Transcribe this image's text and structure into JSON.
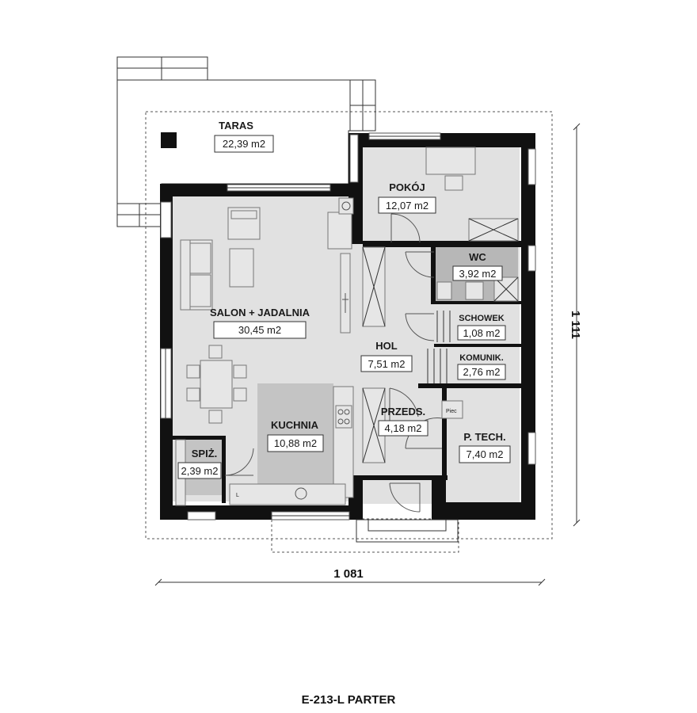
{
  "colors": {
    "wall": "#111111",
    "floor": "#e1e1e1",
    "kitchen_floor": "#c4c4c4",
    "wc_floor": "#b7b7b7",
    "dashed_outline": "#555555"
  },
  "rooms": {
    "taras": {
      "name": "TARAS",
      "area": "22,39 m2"
    },
    "pokoj": {
      "name": "POKÓJ",
      "area": "12,07 m2"
    },
    "wc": {
      "name": "WC",
      "area": "3,92 m2"
    },
    "schowek": {
      "name": "SCHOWEK",
      "area": "1,08 m2"
    },
    "komunik": {
      "name": "KOMUNIK.",
      "area": "2,76 m2"
    },
    "salon": {
      "name": "SALON + JADALNIA",
      "area": "30,45 m2"
    },
    "hol": {
      "name": "HOL",
      "area": "7,51 m2"
    },
    "przeds": {
      "name": "PRZEDS.",
      "area": "4,18 m2"
    },
    "kuchnia": {
      "name": "KUCHNIA",
      "area": "10,88 m2"
    },
    "ptech": {
      "name": "P. TECH.",
      "area": "7,40 m2"
    },
    "spiz": {
      "name": "SPIŻ.",
      "area": "2,39 m2"
    }
  },
  "fixtures": {
    "piec": "Piec",
    "l_mark": "L"
  },
  "dimensions": {
    "width": "1 081",
    "height": "1 111"
  },
  "caption": "E-213-L PARTER"
}
